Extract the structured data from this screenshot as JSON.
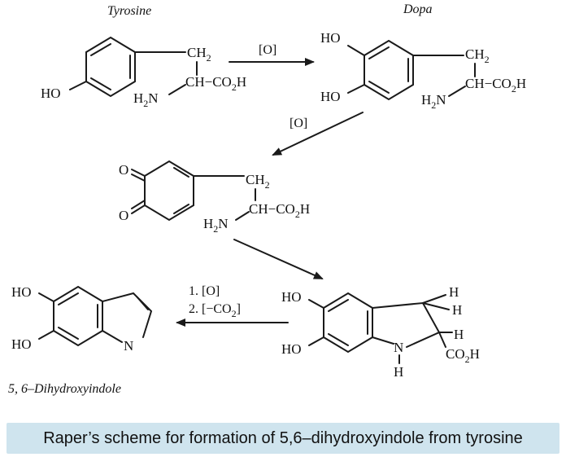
{
  "caption": "Raper’s scheme for formation of 5,6–dihydroxyindole from tyrosine",
  "compounds": {
    "tyrosine": {
      "name": "Tyrosine",
      "ho": "HO",
      "ch2": "CH",
      "ch2_sub": "2",
      "h2n": "H",
      "h2n_sub": "2",
      "h2n_n": "N",
      "ch": "CH−CO",
      "ch_sub": "2",
      "ch_h": "H"
    },
    "dopa": {
      "name": "Dopa",
      "ho_top": "HO",
      "ho_bottom": "HO",
      "ch2": "CH",
      "ch2_sub": "2",
      "h2n": "H",
      "h2n_sub": "2",
      "h2n_n": "N",
      "ch": "CH−CO",
      "ch_sub": "2",
      "ch_h": "H"
    },
    "dopaquinone": {
      "o_top": "O",
      "o_bottom": "O",
      "ch2": "CH",
      "ch2_sub": "2",
      "h2n": "H",
      "h2n_sub": "2",
      "h2n_n": "N",
      "ch": "CH−CO",
      "ch_sub": "2",
      "ch_h": "H"
    },
    "leucodopachrome": {
      "ho_top": "HO",
      "ho_bottom": "HO",
      "h1": "H",
      "h2": "H",
      "h3": "H",
      "n": "N",
      "nh": "H",
      "co2h": "CO",
      "co2h_sub": "2",
      "co2h_h": "H"
    },
    "dihydroxyindole": {
      "name": "5, 6–Dihydroxyindole",
      "ho_top": "HO",
      "ho_bottom": "HO",
      "n": "N"
    }
  },
  "arrows": {
    "tyrosine_to_dopa": "[O]",
    "dopa_to_quinone": "[O]",
    "final_step_1": "1. [O]",
    "final_step_2a": "2. [−CO",
    "final_step_2_sub": "2",
    "final_step_2b": "]"
  }
}
